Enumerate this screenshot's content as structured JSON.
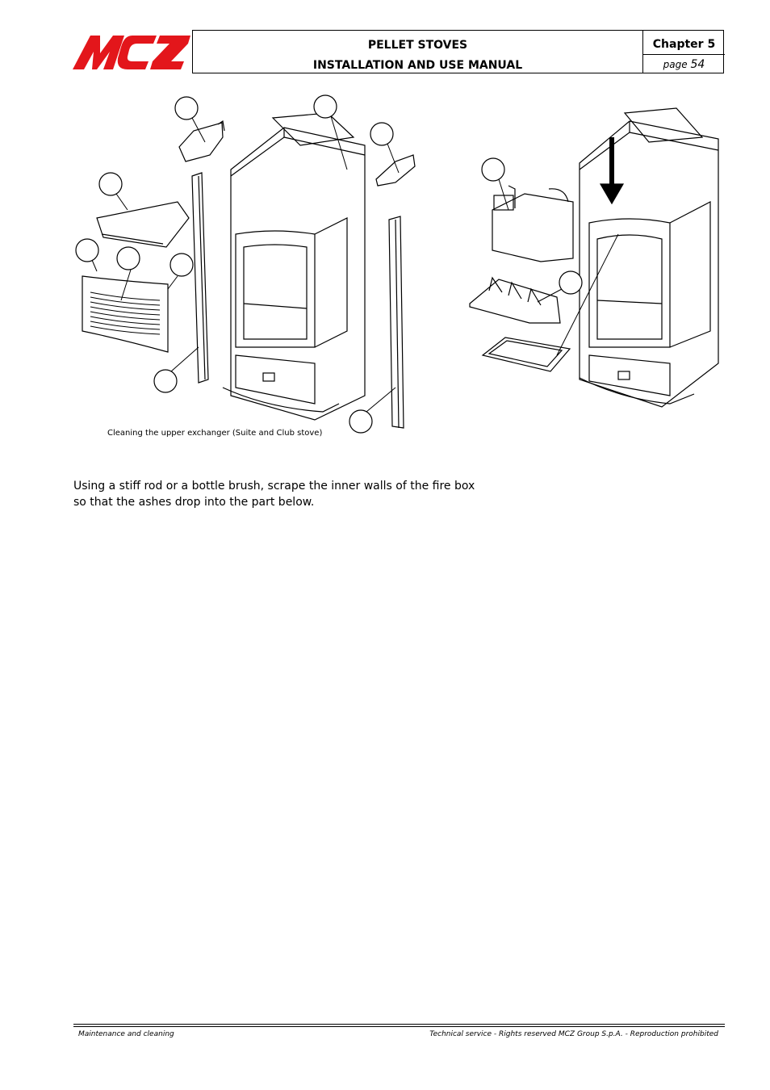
{
  "header": {
    "logo_text": "MCZ",
    "title_line1": "PELLET STOVES",
    "title_line2": "INSTALLATION AND USE MANUAL",
    "chapter": "Chapter 5",
    "page_label": "page",
    "page_number": "54"
  },
  "figure": {
    "caption": "Cleaning the upper exchanger (Suite and Club stove)"
  },
  "body": {
    "line1": "Using a stiff rod or a bottle brush, scrape the inner walls of the fire box",
    "line2": "so that the ashes drop into the part below."
  },
  "footer": {
    "left": "Maintenance and cleaning",
    "right": "Technical service - Rights reserved MCZ Group S.p.A. - Reproduction prohibited"
  },
  "colors": {
    "brand_red": "#e3161b"
  }
}
